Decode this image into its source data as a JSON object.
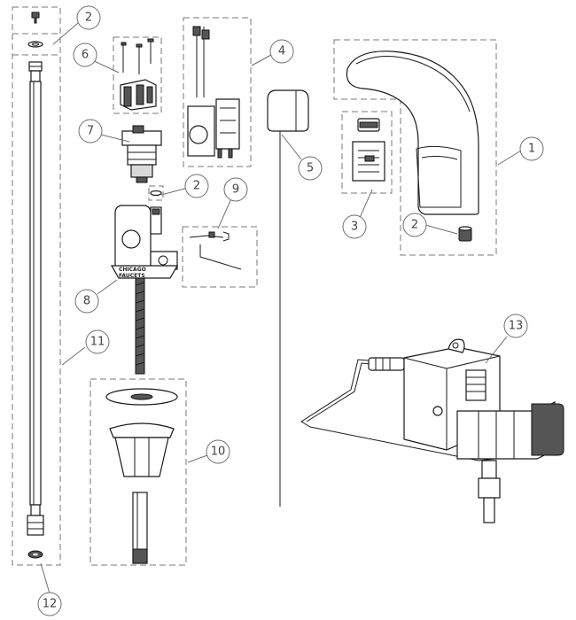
{
  "diagram": {
    "callouts": [
      "1",
      "2",
      "2",
      "2",
      "3",
      "4",
      "5",
      "6",
      "7",
      "8",
      "9",
      "10",
      "11",
      "12",
      "13"
    ],
    "brand_label": [
      "CHICAGO",
      "FAUCETS"
    ]
  }
}
